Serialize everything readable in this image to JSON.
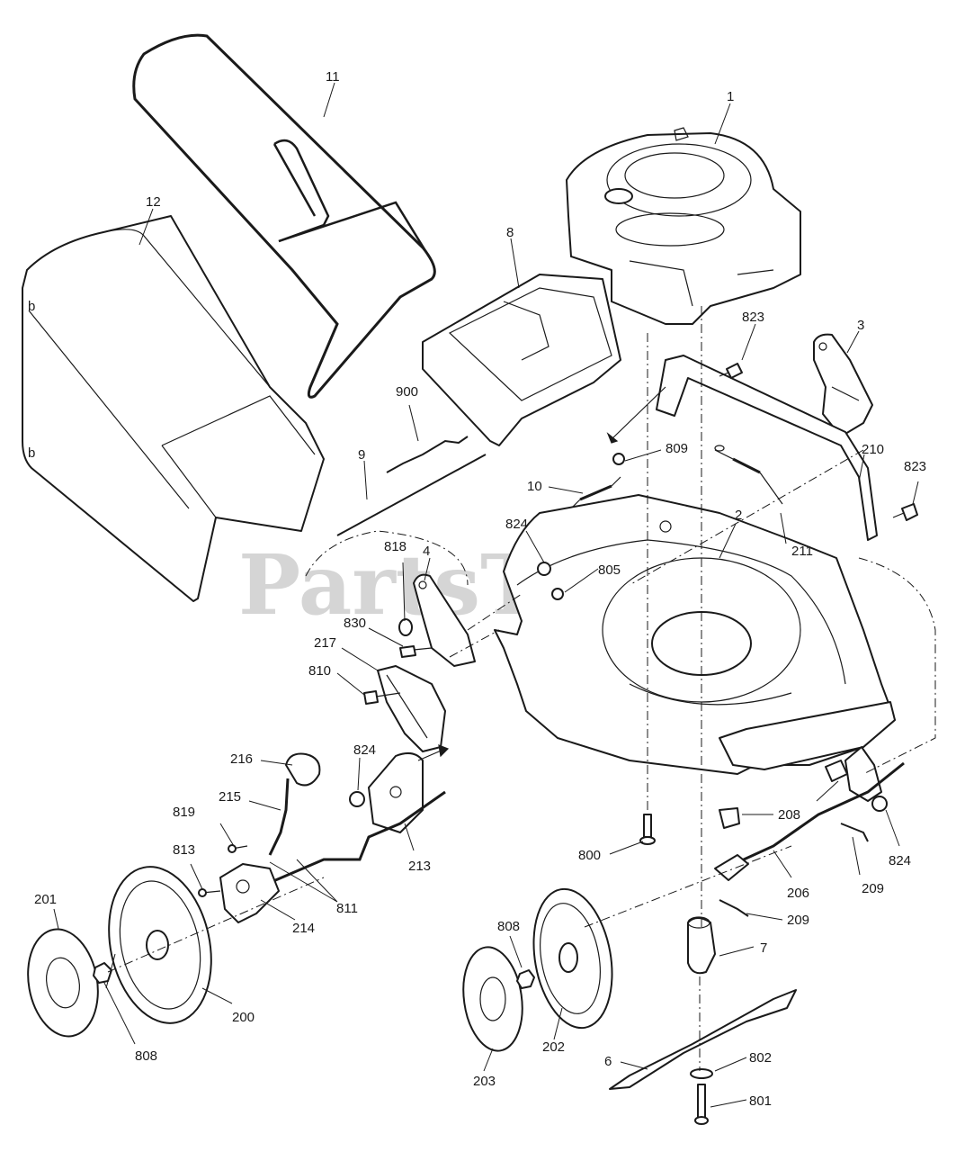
{
  "watermark": "PartsTree",
  "labels": {
    "p1": "1",
    "p2": "2",
    "p3": "3",
    "p4": "4",
    "p6": "6",
    "p7": "7",
    "p8": "8",
    "p9": "9",
    "p10": "10",
    "p11": "11",
    "p12": "12",
    "p200": "200",
    "p201": "201",
    "p202": "202",
    "p203": "203",
    "p206": "206",
    "p208": "208",
    "p209a": "209",
    "p209b": "209",
    "p210": "210",
    "p211": "211",
    "p213": "213",
    "p214": "214",
    "p215": "215",
    "p216": "216",
    "p217": "217",
    "p800": "800",
    "p801": "801",
    "p802": "802",
    "p805": "805",
    "p808a": "808",
    "p808b": "808",
    "p809": "809",
    "p810": "810",
    "p811": "811",
    "p813": "813",
    "p818": "818",
    "p819": "819",
    "p823a": "823",
    "p823b": "823",
    "p824a": "824",
    "p824b": "824",
    "p824c": "824",
    "p830": "830",
    "p900": "900",
    "bag_mark_top": "b",
    "bag_mark_bottom": "b"
  }
}
